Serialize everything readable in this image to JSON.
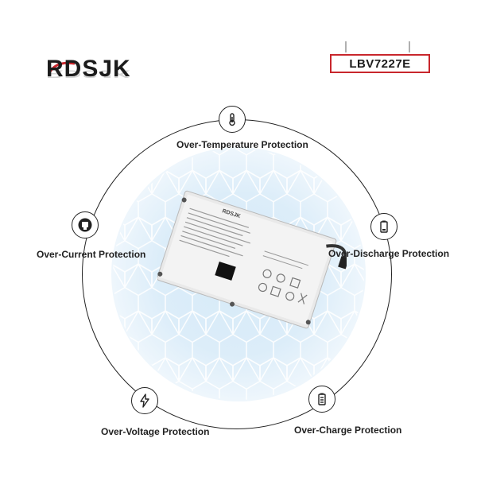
{
  "brand": {
    "name": "RDSJK",
    "accent": "#c8262c"
  },
  "model": {
    "code": "LBV7227E"
  },
  "features": {
    "over_temperature": {
      "label": "Over-Temperature Protection",
      "icon": "thermometer-icon"
    },
    "over_discharge": {
      "label": "Over-Discharge Protection",
      "icon": "battery-low-icon"
    },
    "over_charge": {
      "label": "Over-Charge Protection",
      "icon": "battery-full-icon"
    },
    "over_voltage": {
      "label": "Over-Voltage Protection",
      "icon": "lightning-icon"
    },
    "over_current": {
      "label": "Over-Current Protection",
      "icon": "plug-icon"
    }
  },
  "battery_label": {
    "brand": "RDSJK"
  }
}
